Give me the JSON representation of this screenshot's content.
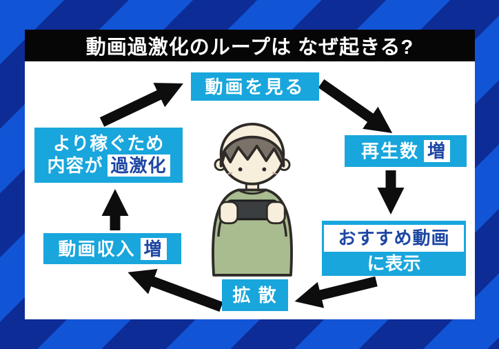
{
  "header": {
    "title": "動画過激化のループは なぜ起きる?"
  },
  "colors": {
    "background_stripe_light": "#1254d6",
    "background_stripe_dark": "#0d2c96",
    "card": "#ffffff",
    "headline_bar": "#060606",
    "node_blue": "#18a6dc",
    "chip_text_navy": "#1d46a3",
    "arrow_black": "#0d0d0d"
  },
  "diagram": {
    "nodes": {
      "watch": {
        "label": "動画を見る"
      },
      "plays": {
        "label": "再生数",
        "badge": "増"
      },
      "recommend": {
        "line1": "おすすめ動画",
        "line2": "に表示"
      },
      "spread": {
        "label": "拡 散"
      },
      "income": {
        "label": "動画収入",
        "badge": "増"
      },
      "extreme": {
        "line1": "より稼ぐため",
        "line2": "内容が",
        "badge": "過激化"
      }
    },
    "arrows": [
      {
        "from": "watch",
        "to": "plays"
      },
      {
        "from": "plays",
        "to": "recommend"
      },
      {
        "from": "recommend",
        "to": "spread"
      },
      {
        "from": "spread",
        "to": "income"
      },
      {
        "from": "income",
        "to": "extreme"
      },
      {
        "from": "extreme",
        "to": "watch"
      }
    ],
    "illustration": "boy-watching-smartphone"
  }
}
